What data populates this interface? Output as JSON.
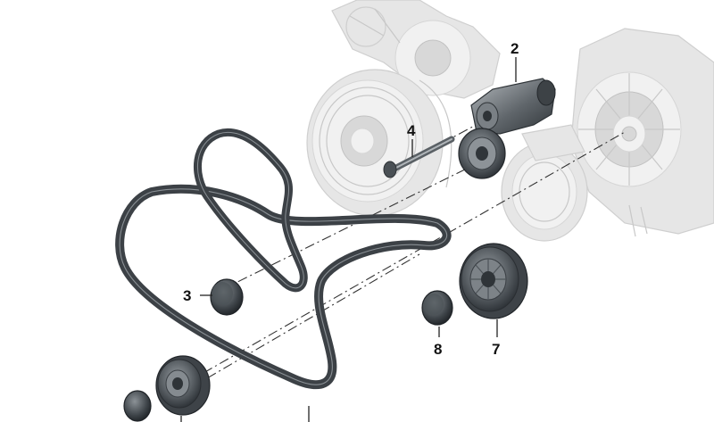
{
  "callouts": {
    "c2": "2",
    "c3": "3",
    "c4": "4",
    "c7": "7",
    "c8": "8"
  },
  "colors": {
    "background": "#ffffff",
    "part_dark": "#3a3f44",
    "part_mid": "#6e7479",
    "ghost_engine": "#e6e6e6",
    "belt": "#3c4146"
  }
}
